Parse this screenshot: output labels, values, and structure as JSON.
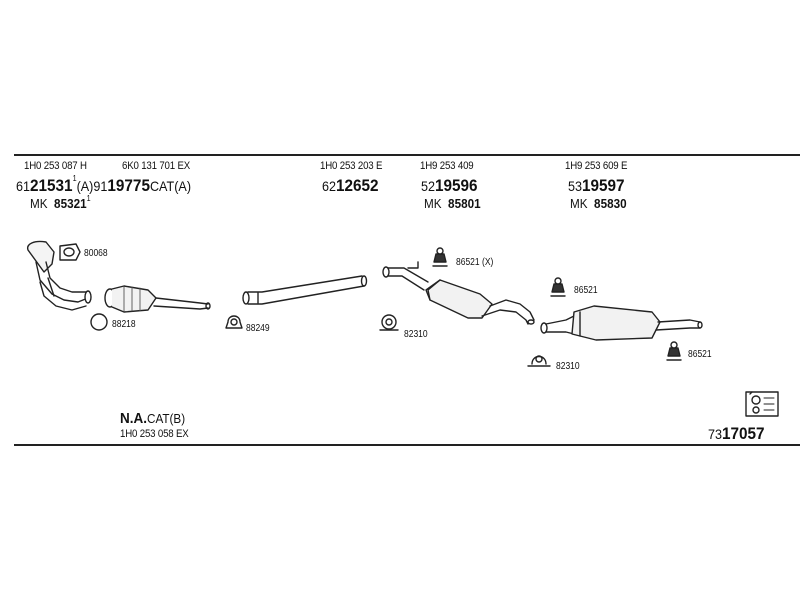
{
  "header_refs": [
    {
      "id": "ref1",
      "text": "1H0 253 087 H"
    },
    {
      "id": "ref2",
      "text": "6K0 131 701 EX"
    },
    {
      "id": "ref3",
      "text": "1H0 253 203 E"
    },
    {
      "id": "ref4",
      "text": "1H9 253 409"
    },
    {
      "id": "ref5",
      "text": "1H9 253 609 E"
    }
  ],
  "part_numbers": {
    "p1": {
      "prefix": "61",
      "main": "21531",
      "sup": "1",
      "suffix": "(A)"
    },
    "p2": {
      "prefix": "91",
      "main": "19775",
      "suffix": "CAT(A)"
    },
    "p3": {
      "prefix": "62",
      "main": "12652"
    },
    "p4": {
      "prefix": "52",
      "main": "19596"
    },
    "p5": {
      "prefix": "53",
      "main": "19597"
    }
  },
  "mk_codes": {
    "m1": {
      "label": "MK",
      "value": "85321",
      "sup": "1"
    },
    "m4": {
      "label": "MK",
      "value": "85801"
    },
    "m5": {
      "label": "MK",
      "value": "85830"
    }
  },
  "part_labels": {
    "gasket_80068": "80068",
    "ring_88218": "88218",
    "clamp_88249": "88249",
    "clamp_82310a": "82310",
    "mount_86521x": "86521 (X)",
    "mount_86521a": "86521",
    "clamp_82310b": "82310",
    "mount_86521b": "86521"
  },
  "footer": {
    "na_bold": "N.A.",
    "na_rest": "CAT(B)",
    "na_ref": "1H0 253 058 EX",
    "set_prefix": "73",
    "set_main": "17057"
  }
}
